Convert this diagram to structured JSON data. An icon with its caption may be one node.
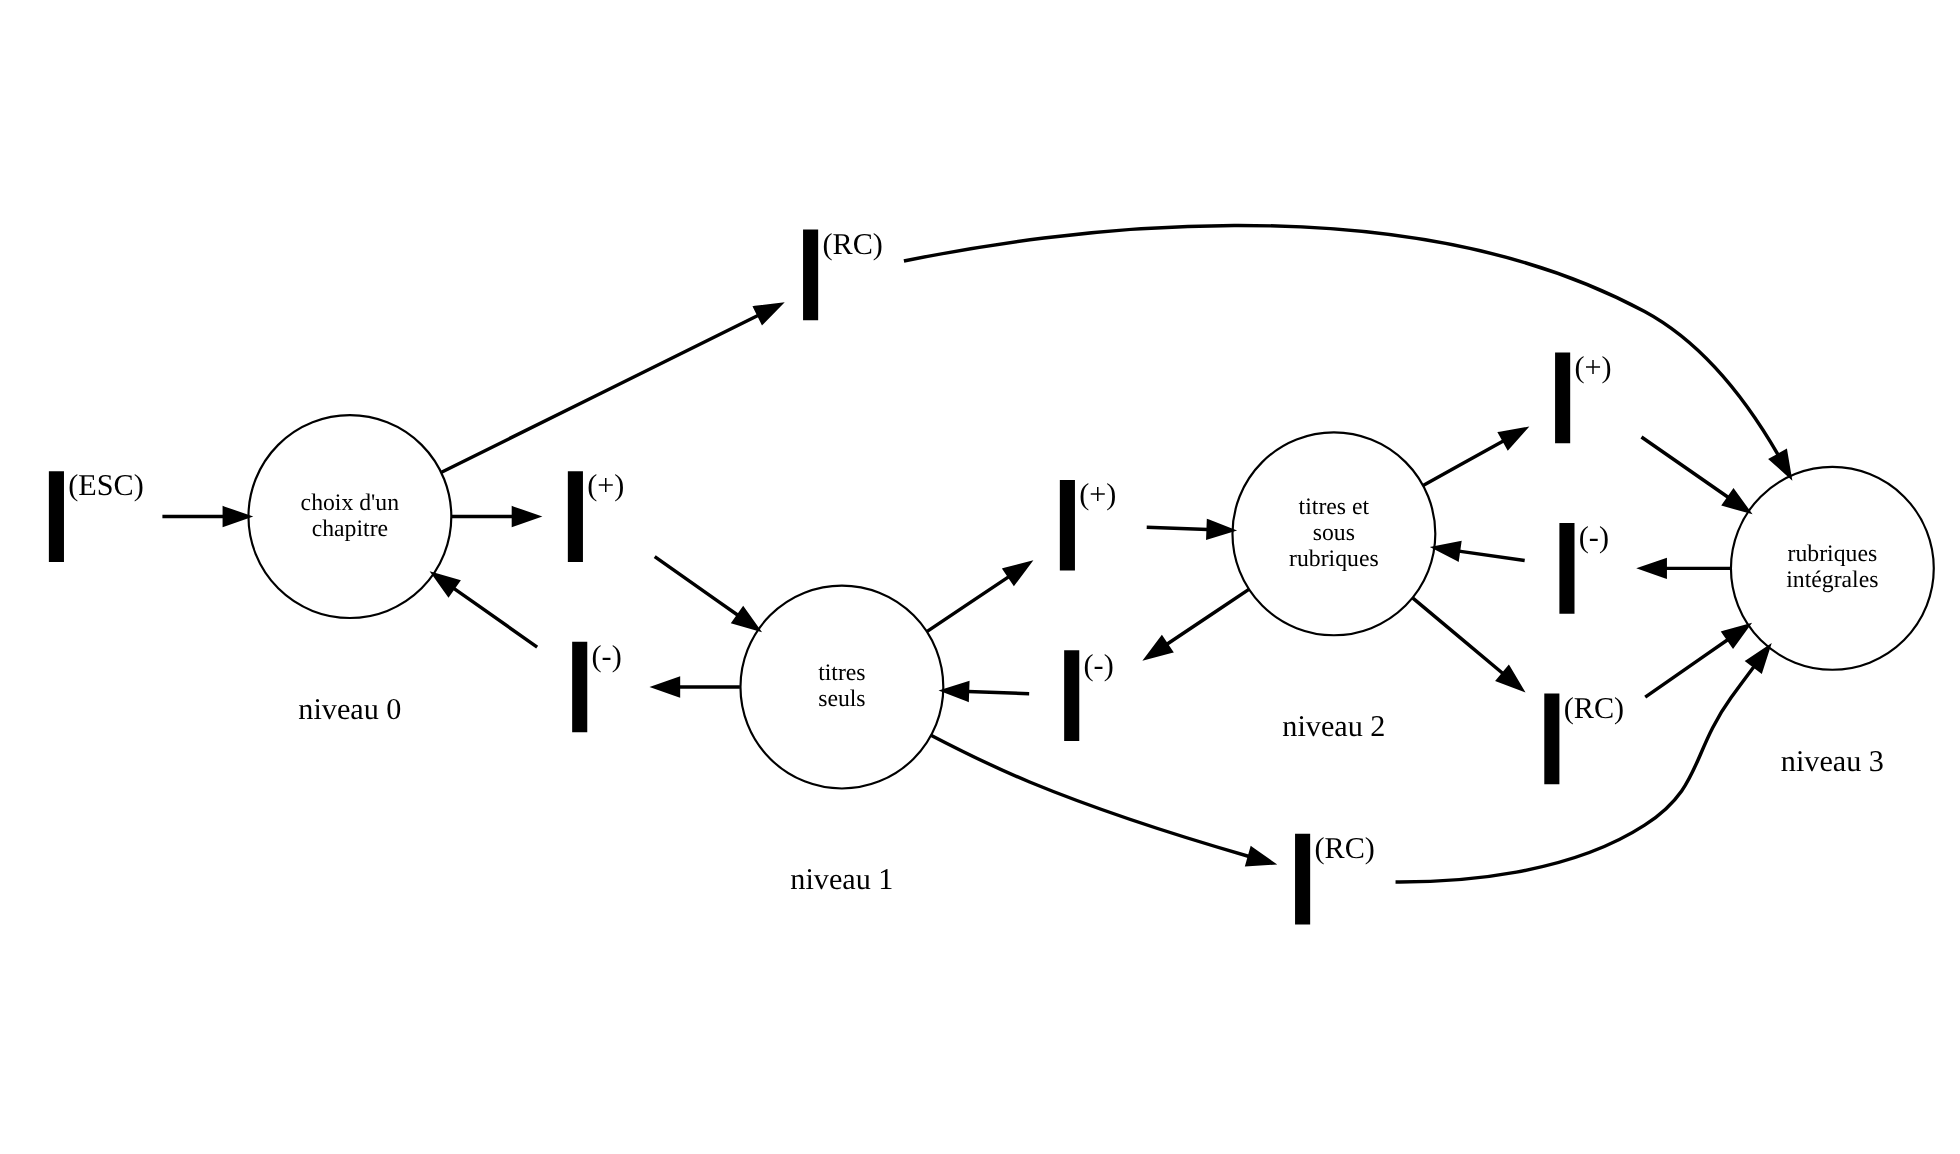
{
  "diagram": {
    "nodes": [
      {
        "text": [
          "choix d'un chapitre"
        ]
      },
      {
        "text": [
          "titres seuls"
        ]
      },
      {
        "text": [
          "titres et sous rubriques"
        ]
      },
      {
        "text": [
          "rubriques intégrales"
        ]
      },
      {
        "text": [],
        "shape": "bar",
        "beside": [
          "(ESC)"
        ]
      },
      {
        "text": [],
        "shape": "bar",
        "beside": [
          "(RC)"
        ]
      },
      {
        "text": [],
        "shape": "bar",
        "beside": [
          "(+)"
        ]
      },
      {
        "text": [],
        "shape": "bar",
        "beside": [
          "(-)"
        ]
      },
      {
        "text": [],
        "shape": "bar",
        "beside": [
          "(+)"
        ]
      },
      {
        "text": [],
        "shape": "bar",
        "beside": [
          "(-)"
        ]
      },
      {
        "text": [],
        "shape": "bar",
        "beside": [
          "(+)"
        ]
      },
      {
        "text": [],
        "shape": "bar",
        "beside": [
          "(RC)"
        ]
      },
      {
        "text": [],
        "shape": "bar",
        "beside": [
          "(-)"
        ]
      },
      {
        "text": [],
        "shape": "bar",
        "beside": [
          "(RC)"
        ]
      }
    ],
    "edges": [
      {
        "from": 4,
        "to": 0,
        "arrow": "to"
      },
      {
        "from": 0,
        "to": 5,
        "arrow": "to"
      },
      {
        "from": 5,
        "to": 3,
        "arrow": "to"
      },
      {
        "from": 0,
        "to": 6,
        "arrow": "to"
      },
      {
        "from": 6,
        "to": 1,
        "arrow": "to"
      },
      {
        "from": 1,
        "to": 7,
        "arrow": "to"
      },
      {
        "from": 7,
        "to": 0,
        "arrow": "to"
      },
      {
        "from": 1,
        "to": 8,
        "arrow": "to"
      },
      {
        "from": 8,
        "to": 2,
        "arrow": "to"
      },
      {
        "from": 2,
        "to": 9,
        "arrow": "to"
      },
      {
        "from": 9,
        "to": 1,
        "arrow": "to"
      },
      {
        "from": 2,
        "to": 10,
        "arrow": "to"
      },
      {
        "from": 10,
        "to": 3,
        "arrow": "to"
      },
      {
        "from": 2,
        "to": 13,
        "arrow": "to"
      },
      {
        "from": 13,
        "to": 3,
        "arrow": "to"
      },
      {
        "from": 3,
        "to": 12,
        "arrow": "to"
      },
      {
        "from": 12,
        "to": 2,
        "arrow": "to"
      },
      {
        "from": 1,
        "to": 11,
        "arrow": "to"
      },
      {
        "from": 11,
        "to": 3,
        "arrow": "to"
      }
    ],
    "labels": [
      "niveau 0",
      "niveau 1",
      "niveau 2",
      "niveau 3"
    ]
  }
}
